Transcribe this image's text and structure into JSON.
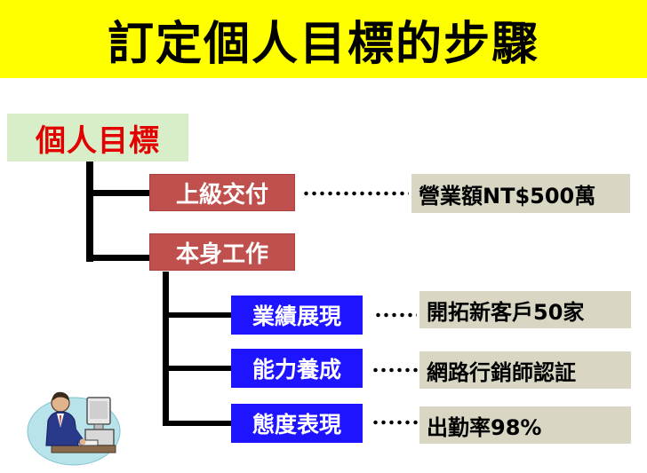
{
  "title": "訂定個人目標的步驟",
  "root": {
    "label": "個人目標"
  },
  "level1": [
    {
      "label": "上級交付",
      "result": "營業額NT$500萬"
    },
    {
      "label": "本身工作"
    }
  ],
  "level2": [
    {
      "label": "業績展現",
      "result": "開拓新客戶50家"
    },
    {
      "label": "能力養成",
      "result": "網路行銷師認証"
    },
    {
      "label": "態度表現",
      "result": "出勤率98%"
    }
  ],
  "colors": {
    "title_bg": "#ffff00",
    "root_bg": "#d8eec9",
    "root_text": "#e30000",
    "level1_bg": "#c0504d",
    "level2_bg": "#1f14ff",
    "result_bg": "#d9d6c3"
  },
  "clipart": {
    "icon": "person-at-computer-icon"
  }
}
